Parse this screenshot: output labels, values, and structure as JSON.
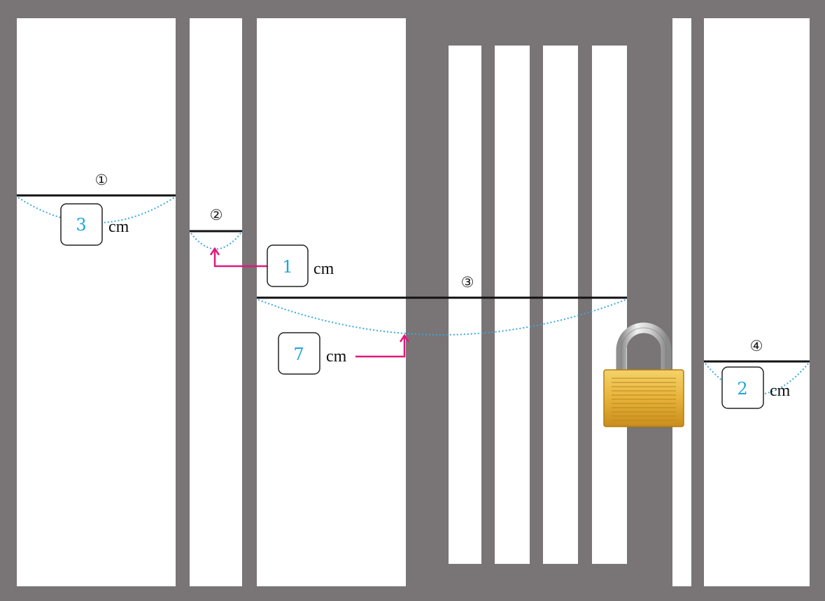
{
  "measurements": [
    {
      "marker": "①",
      "answer": "3",
      "unit": "cm"
    },
    {
      "marker": "②",
      "answer": "1",
      "unit": "cm"
    },
    {
      "marker": "③",
      "answer": "7",
      "unit": "cm"
    },
    {
      "marker": "④",
      "answer": "2",
      "unit": "cm"
    }
  ],
  "colors": {
    "frame": "#797475",
    "answer": "#1aa7e0",
    "arrow": "#e0197c",
    "dotted": "#3aa8e0",
    "lock_body": "#e8b83e",
    "lock_shackle": "#b9b9b9"
  },
  "icons": [
    "padlock-icon"
  ]
}
